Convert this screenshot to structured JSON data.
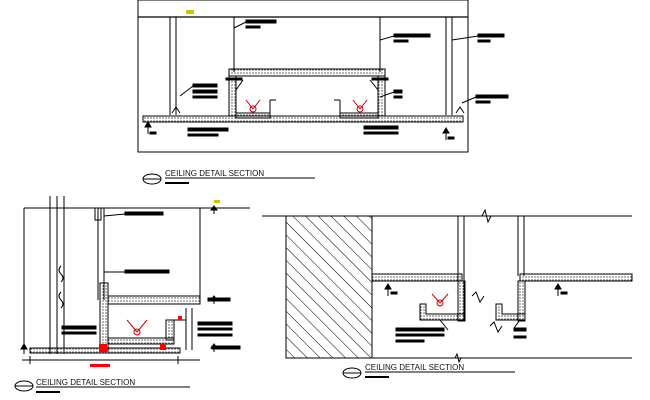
{
  "captions": {
    "top": "CEILING DETAIL SECTION",
    "bottom_left": "CEILING DETAIL SECTION",
    "bottom_right": "CEILING DETAIL SECTION"
  },
  "colors": {
    "line": "#000000",
    "accent": "#ff0000",
    "marker": "#d4c400"
  },
  "icons": [
    "section-mark-icon",
    "light-fixture-icon",
    "break-line-icon",
    "level-marker-icon"
  ]
}
